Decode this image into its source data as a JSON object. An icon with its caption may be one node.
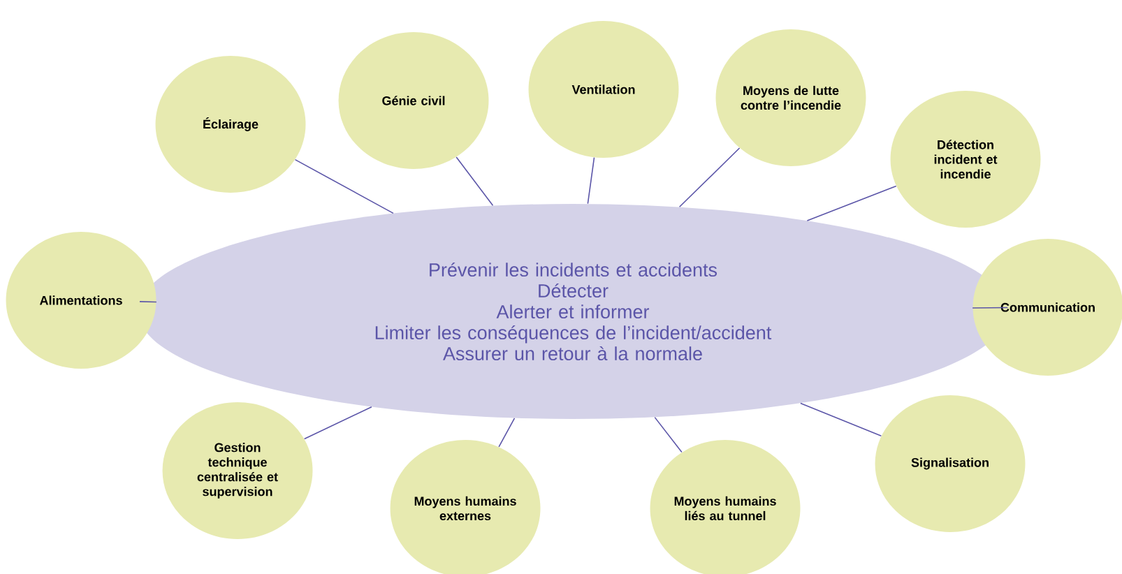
{
  "diagram": {
    "nodes": [
      {
        "text": [
          "Prévenir les incidents et accidents",
          "Détecter",
          "Alerter et informer",
          "Limiter les conséquences de l’incident/accident",
          "Assurer un retour à la normale"
        ]
      },
      {
        "text": [
          "Éclairage"
        ]
      },
      {
        "text": [
          "Génie civil"
        ]
      },
      {
        "text": [
          "Ventilation"
        ]
      },
      {
        "text": [
          "Moyens de lutte contre l’incendie"
        ]
      },
      {
        "text": [
          "Détection incident et incendie"
        ]
      },
      {
        "text": [
          "Alimentations"
        ]
      },
      {
        "text": [
          "Communication"
        ]
      },
      {
        "text": [
          "Gestion technique centralisée et supervision"
        ]
      },
      {
        "text": [
          "Moyens humains externes"
        ]
      },
      {
        "text": [
          "Moyens humains liés au tunnel"
        ]
      },
      {
        "text": [
          "Signalisation"
        ]
      }
    ],
    "edges": [
      {
        "from": 0,
        "to": 1,
        "arrow": "none"
      },
      {
        "from": 0,
        "to": 2,
        "arrow": "none"
      },
      {
        "from": 0,
        "to": 3,
        "arrow": "none"
      },
      {
        "from": 0,
        "to": 4,
        "arrow": "none"
      },
      {
        "from": 0,
        "to": 5,
        "arrow": "none"
      },
      {
        "from": 0,
        "to": 6,
        "arrow": "none"
      },
      {
        "from": 0,
        "to": 7,
        "arrow": "none"
      },
      {
        "from": 0,
        "to": 8,
        "arrow": "none"
      },
      {
        "from": 0,
        "to": 9,
        "arrow": "none"
      },
      {
        "from": 0,
        "to": 10,
        "arrow": "none"
      },
      {
        "from": 0,
        "to": 11,
        "arrow": "none"
      }
    ]
  }
}
